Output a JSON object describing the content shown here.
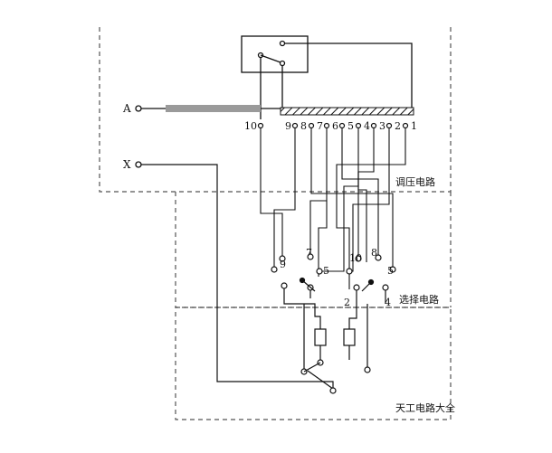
{
  "diagram": {
    "terminal_a": "A",
    "terminal_x": "X",
    "tap_numbers": [
      "10",
      "9",
      "8",
      "7",
      "6",
      "5",
      "4",
      "3",
      "2",
      "1"
    ],
    "section_voltage_regulation": "调压电路",
    "section_selection": "选择电路",
    "selector_left_numbers": [
      "9",
      "7",
      "5"
    ],
    "selector_right_numbers": [
      "10",
      "8",
      "5"
    ],
    "selector_bottom_numbers": [
      "2",
      "4"
    ],
    "watermark": "天工电路大全",
    "colors": {
      "ink": "#111111",
      "dashed": "#555555",
      "shaded": "#9a9a9a",
      "background": "#ffffff"
    }
  }
}
